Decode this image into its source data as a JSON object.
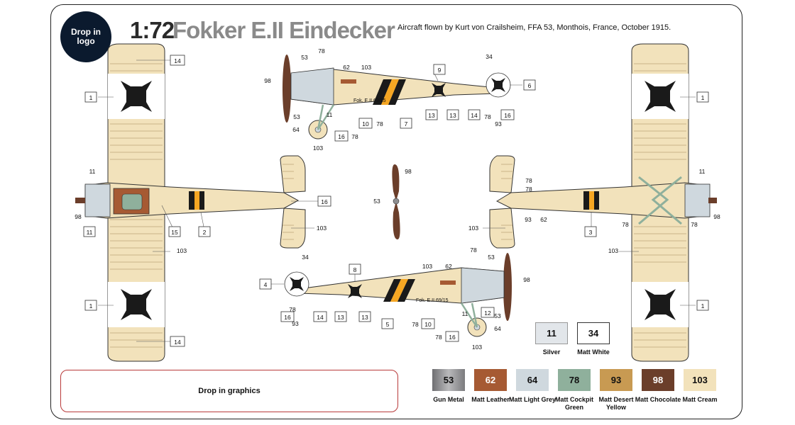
{
  "logo_placeholder": "Drop in logo",
  "title": {
    "scale": "1:72",
    "name": "Fokker E.II Eindecker"
  },
  "subtitle": "Aircraft flown by Kurt von Crailsheim, FFA 53, Monthois, France, October 1915.",
  "graphics_placeholder": "Drop in graphics",
  "serial": "Fok. E.II 69/15",
  "paints_top": [
    {
      "code": "11",
      "label": "Silver",
      "color": "#e2e6ea"
    },
    {
      "code": "34",
      "label": "Matt White",
      "color": "#ffffff"
    }
  ],
  "paints": [
    {
      "code": "53",
      "label": "Gun Metal",
      "color": "#8e8e90"
    },
    {
      "code": "62",
      "label": "Matt Leather",
      "color": "#a65a33"
    },
    {
      "code": "64",
      "label": "Matt Light Grey",
      "color": "#cfd8de"
    },
    {
      "code": "78",
      "label": "Matt Cockpit Green",
      "color": "#8fb09c"
    },
    {
      "code": "93",
      "label": "Matt Desert Yellow",
      "color": "#c89a52"
    },
    {
      "code": "98",
      "label": "Matt Chocolate",
      "color": "#6b3e2a"
    },
    {
      "code": "103",
      "label": "Matt Cream",
      "color": "#f2e2bb"
    }
  ]
}
